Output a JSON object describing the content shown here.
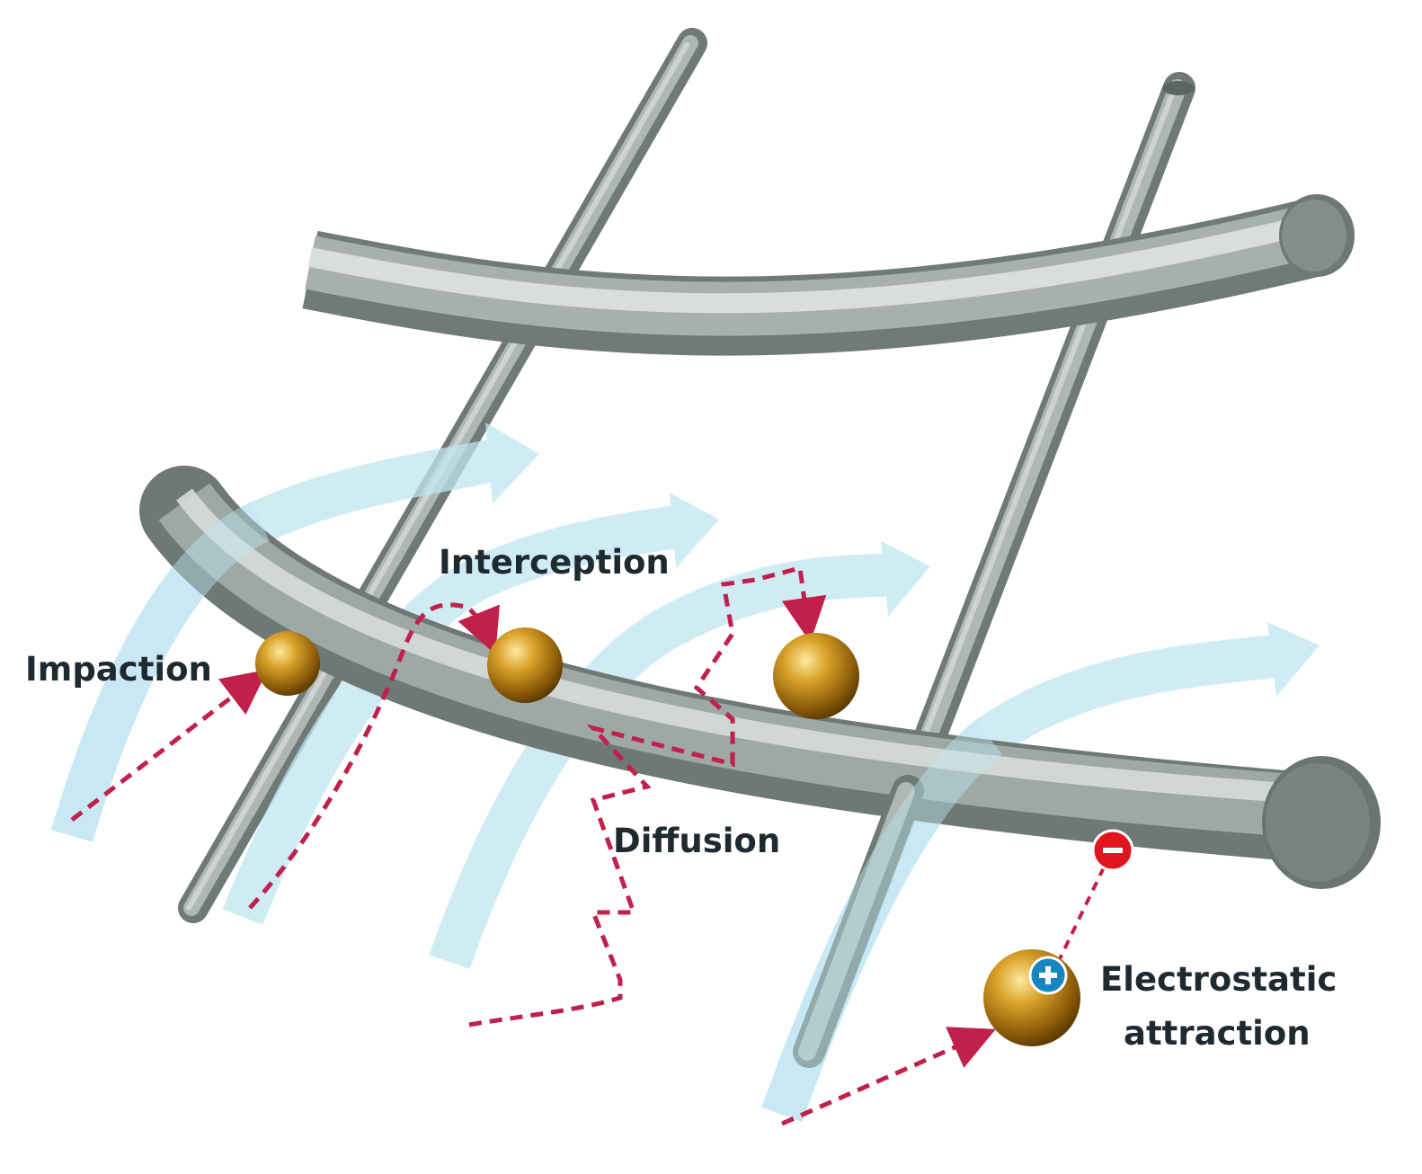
{
  "labels": {
    "impaction": "Impaction",
    "interception": "Interception",
    "diffusion": "Diffusion",
    "electrostatic_line1": "Electrostatic",
    "electrostatic_line2": "attraction"
  },
  "charges": {
    "negative": "−",
    "positive": "+"
  },
  "colors": {
    "fiber": "#8f9a95",
    "fiber_light": "#c9d0cc",
    "fiber_dark": "#5f6a66",
    "airflow": "#bfe6f2",
    "particle_path": "#c0204a",
    "particle": "#c8901a",
    "negative_charge": "#e0151f",
    "positive_charge": "#1a86c0"
  },
  "icons": [
    "arrow-head",
    "negative-charge-icon",
    "positive-charge-icon"
  ]
}
